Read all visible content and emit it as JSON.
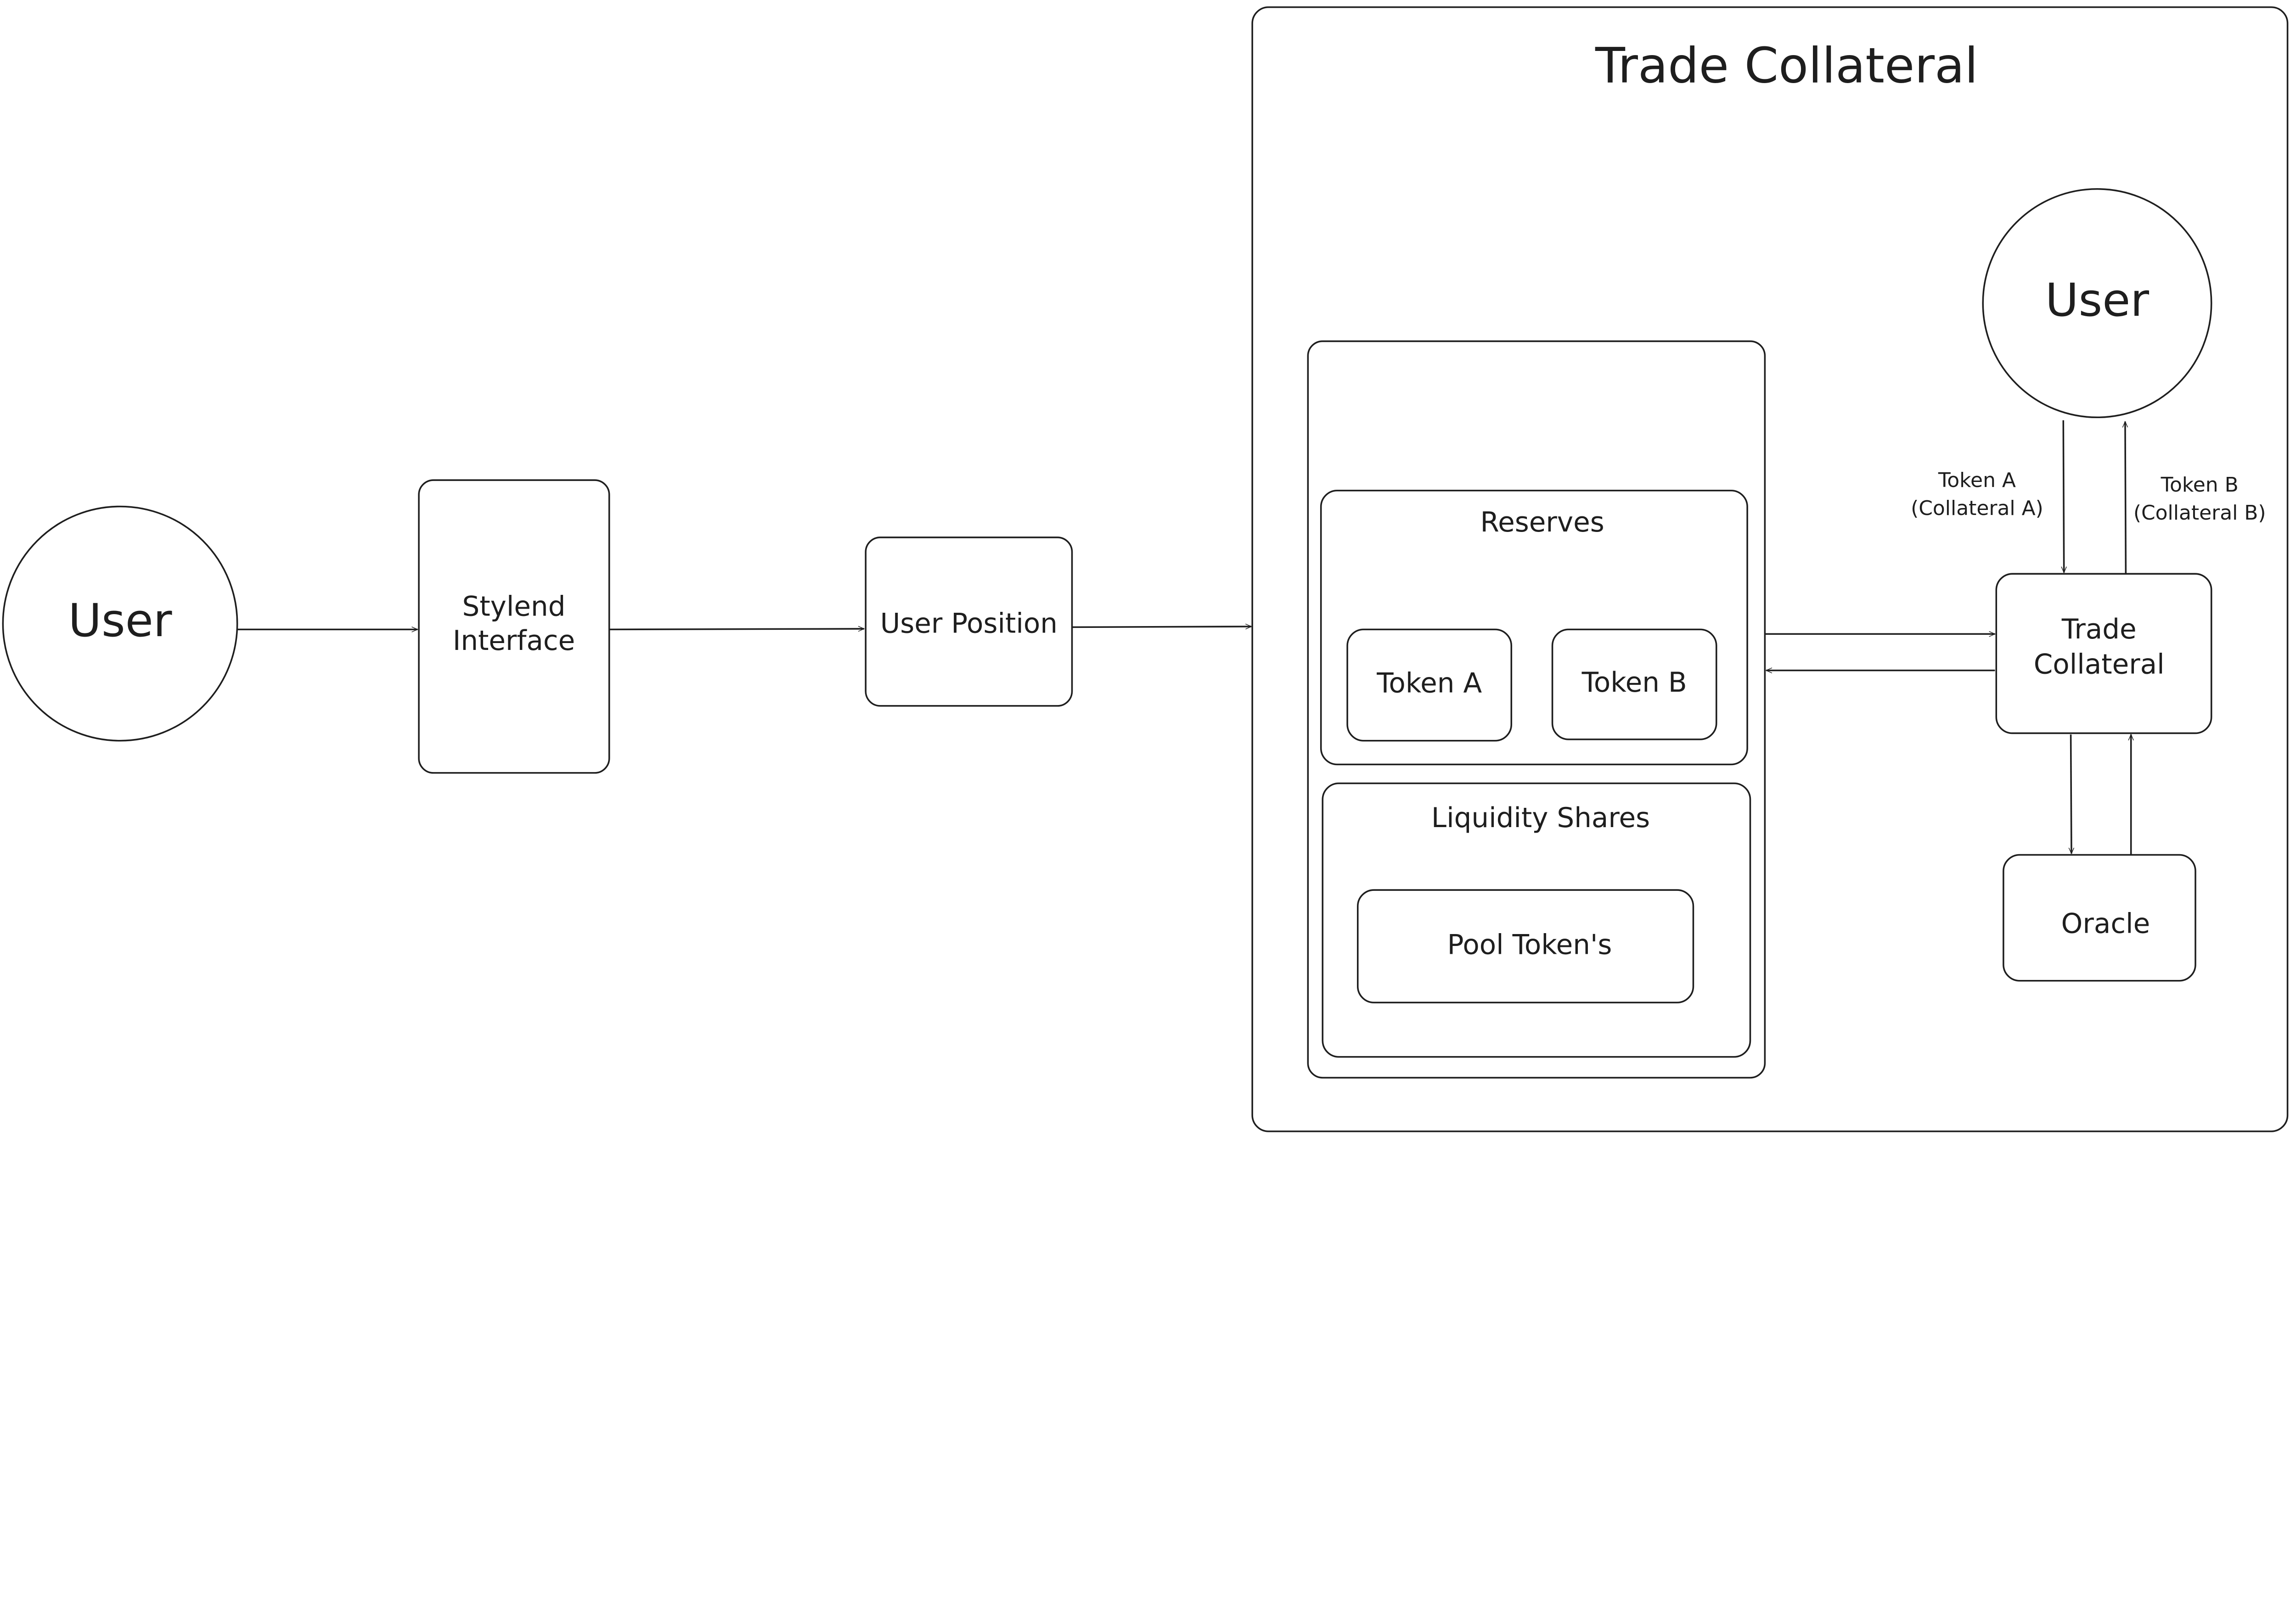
{
  "diagram": {
    "nodes": {
      "user_left": "User",
      "stylend_interface": [
        "Stylend",
        "Interface"
      ],
      "user_position": "User Position",
      "trade_collateral_container": "Trade Collateral",
      "reserves": "Reserves",
      "token_a": "Token A",
      "token_b": "Token B",
      "liquidity_shares": "Liquidity Shares",
      "pool_tokens": "Pool Token's",
      "user_right": "User",
      "trade_collateral": [
        "Trade",
        "Collateral"
      ],
      "oracle": "Oracle"
    },
    "edge_labels": {
      "token_a_in": [
        "Token A",
        "(Collateral A)"
      ],
      "token_b_out": [
        "Token B",
        "(Collateral B)"
      ]
    },
    "stroke_color": "#1e1e1e",
    "background": "#ffffff"
  }
}
